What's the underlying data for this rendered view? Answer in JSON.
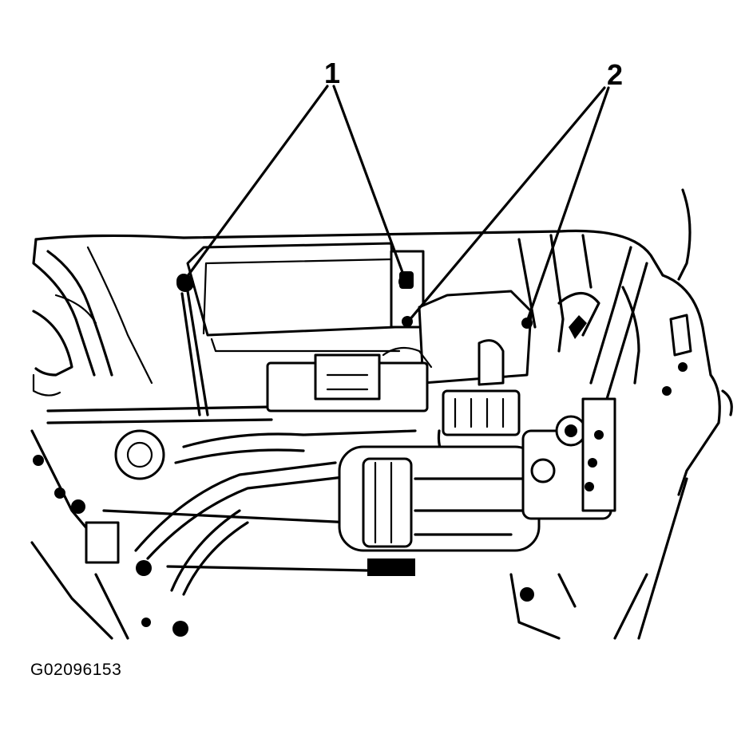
{
  "figure": {
    "callouts": [
      {
        "id": "1",
        "label": "1"
      },
      {
        "id": "2",
        "label": "2"
      }
    ],
    "figure_code": "G02096153",
    "colors": {
      "ink": "#000000",
      "paper": "#ffffff"
    }
  }
}
